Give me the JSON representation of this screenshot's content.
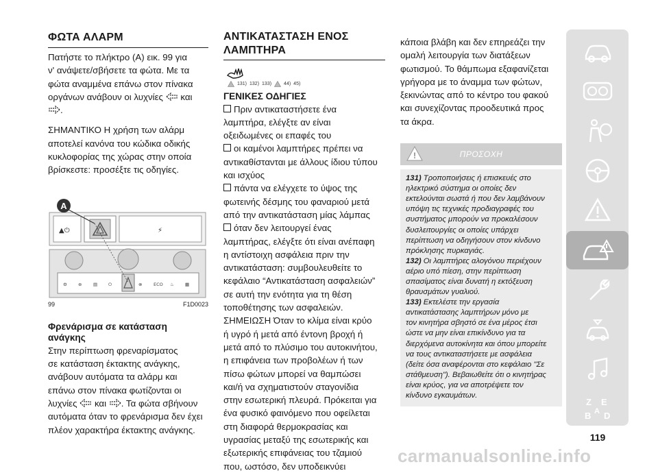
{
  "col1": {
    "title": "ΦΩΤΑ ΑΛΑΡΜ",
    "p1_a": "Πατήστε το πλήκτρο (A) εικ. 99 για",
    "p1_b": "ν' ανάψετε/σβήσετε τα φώτα. Με τα",
    "p1_c": "φώτα αναμμένα επάνω στον πίνακα",
    "p1_d": "οργάνων ανάβουν οι λυχνίες",
    "p1_and": "και",
    "p1_end": ".",
    "p2_a": "ΣΗΜΑΝΤΙΚΟ Η χρήση των αλάρμ",
    "p2_b": "αποτελεί κανόνα του κώδικα οδικής",
    "p2_c": "κυκλοφορίας της χώρας στην οποία",
    "p2_d": "βρίσκεστε: προσέξτε τις οδηγίες.",
    "fig_callout": "A",
    "fig_number": "99",
    "fig_code": "F1D0023",
    "sub_a": "Φρενάρισμα σε κατάσταση",
    "sub_b": "ανάγκης",
    "p3_a": "Στην περίπτωση φρεναρίσματος",
    "p3_b": "σε κατάσταση έκτακτης ανάγκης,",
    "p3_c": "ανάβουν αυτόματα τα αλάρμ και",
    "p3_d": "επάνω στον πίνακα φωτίζονται οι",
    "p3_e1": "λυχνίες",
    "p3_e2": "και",
    "p3_e3": ". Τα φώτα σβήνουν",
    "p3_f": "αυτόματα όταν το φρενάρισμα δεν έχει",
    "p3_g": "πλέον χαρακτήρα έκτακτης ανάγκης."
  },
  "col2": {
    "title_a": "ΑΝΤΙΚΑΤΑΣΤΑΣΗ ΕΝΟΣ",
    "title_b": "ΛΑΜΠΤΗΡΑ",
    "notes": [
      "131)",
      "132)",
      "133)",
      "44)",
      "45)"
    ],
    "sub": "ΓΕΝΙΚΕΣ ΟΔΗΓΙΕΣ",
    "lines": [
      "Πριν αντικαταστήσετε ένα",
      "λαμπτήρα, ελέγξτε αν είναι",
      "οξειδωμένες οι επαφές του",
      "οι καμένοι λαμπτήρες πρέπει να",
      "αντικαθίστανται με άλλους ίδιου τύπου",
      "και ισχύος",
      "πάντα να ελέγχετε το ύψος της",
      "φωτεινής δέσμης του φαναριού μετά",
      "από την αντικατάσταση μίας λάμπας",
      "όταν δεν λειτουργεί ένας",
      "λαμπτήρας, ελέγξτε ότι είναι ανέπαφη",
      "η αντίστοιχη ασφάλεια πριν την",
      "αντικατάσταση: συμβουλευθείτε το",
      "κεφάλαιο “Αντικατάσταση ασφαλειών”",
      "σε αυτή την ενότητα για τη θέση",
      "τοποθέτησης των ασφαλειών.",
      "ΣΗΜΕΙΩΣΗ Όταν το κλίμα είναι κρύο",
      "ή υγρό ή μετά από έντονη βροχή ή",
      "μετά από το πλύσιμο του αυτοκινήτου,",
      "η επιφάνεια των προβολέων ή των",
      "πίσω φώτων μπορεί να θαμπώσει",
      "και/ή να σχηματιστούν σταγονίδια",
      "στην εσωτερική πλευρά. Πρόκειται για",
      "ένα φυσικό φαινόμενο που οφείλεται",
      "στη διαφορά θερμοκρασίας και",
      "υγρασίας μεταξύ της εσωτερικής και",
      "εξωτερικής επιφάνειας του τζαμιού",
      "που, ωστόσο, δεν υποδεικνύει"
    ]
  },
  "col3": {
    "lines": [
      "κάποια βλάβη και δεν επηρεάζει την",
      "ομαλή λειτουργία των διατάξεων",
      "φωτισμού. Το θάμπωμα εξαφανίζεται",
      "γρήγορα με το άναμμα των φώτων,",
      "ξεκινώντας από το κέντρο του φακού",
      "και συνεχίζοντας προοδευτικά προς",
      "τα άκρα."
    ],
    "warn_title": "ΠΡΟΣΟΧΗ",
    "w131_num": "131)",
    "w131": [
      " Τροποποιήσεις ή επισκευές στο",
      "ηλεκτρικό σύστημα οι οποίες δεν",
      "εκτελούνται σωστά ή που δεν λαμβάνουν",
      "υπόψη τις τεχνικές προδιαγραφές του",
      "συστήματος μπορούν να προκαλέσουν",
      "δυσλειτουργίες οι οποίες υπάρχει",
      "περίπτωση να οδηγήσουν στον κίνδυνο",
      "πρόκλησης πυρκαγιάς."
    ],
    "w132_num": "132)",
    "w132": [
      " Οι λαμπτήρες αλογόνου περιέχουν",
      "αέριο υπό πίεση, στην περίπτωση",
      "σπασίματος είναι δυνατή η εκτόξευση",
      "θραυσμάτων γυαλιού."
    ],
    "w133_num": "133)",
    "w133": [
      " Εκτελέστε την εργασία",
      "αντικατάστασης λαμπτήρων μόνο με",
      "τον κινητήρα σβηστό σε ένα μέρος έτσι",
      "ώστε να μην είναι επικίνδυνο για τα",
      "διερχόμενα αυτοκίνητα και όπου μπορείτε",
      "να τους αντικαταστήσετε με ασφάλεια",
      "(δείτε όσα αναφέρονται στο κεφάλαιο \"Σε",
      "στάθμευση\"). Βεβαιωθείτε ότι ο κινητήρας",
      "είναι κρύος, για να αποτρέψετε τον",
      "κίνδυνο εγκαυμάτων."
    ]
  },
  "sidebar_icons": [
    "car-icon",
    "dashboard-icon",
    "seatbelt-airbag-icon",
    "steering-wheel-icon",
    "warning-triangle-icon",
    "car-breakdown-icon",
    "wrench-icon",
    "tools-car-icon",
    "media-note-icon",
    "alphabet-index-icon"
  ],
  "page_number": "119",
  "watermark": "carmanualsonline.info"
}
